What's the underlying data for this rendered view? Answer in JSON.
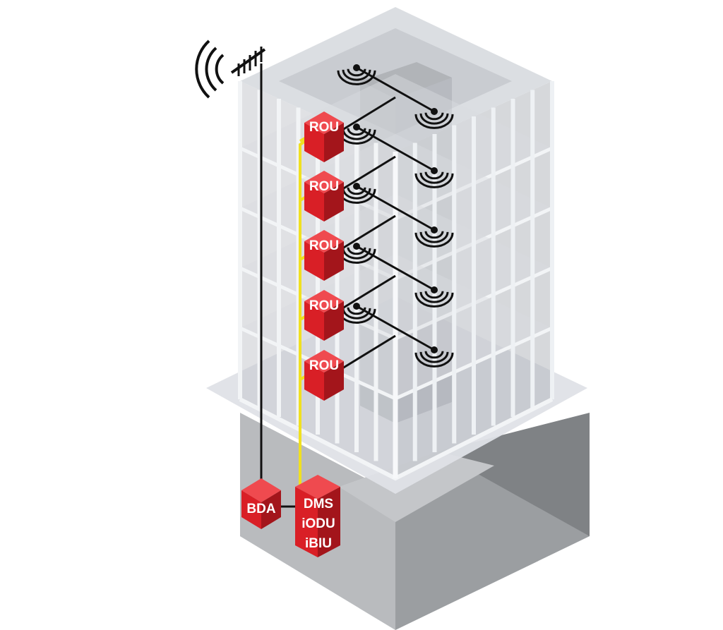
{
  "labels": {
    "rou": "ROU",
    "bda": "BDA",
    "dms": "DMS",
    "iodu": "iODU",
    "ibiu": "iBIU"
  },
  "colors": {
    "unit_front": "#d91f26",
    "unit_side": "#a3151b",
    "unit_top": "#ef4a4f",
    "fiber": "#f0e020",
    "cable": "#111111",
    "glass": "#c9ccd1",
    "frame": "#eef1f4",
    "ground": "#cfd1d4",
    "basement_wall": "#8e9194"
  },
  "icons": {
    "donor_antenna": "antenna-icon",
    "indoor_antenna": "wifi-antenna-icon"
  },
  "floors": [
    {
      "name": "floor-5"
    },
    {
      "name": "floor-4"
    },
    {
      "name": "floor-3"
    },
    {
      "name": "floor-2"
    },
    {
      "name": "floor-1"
    }
  ]
}
